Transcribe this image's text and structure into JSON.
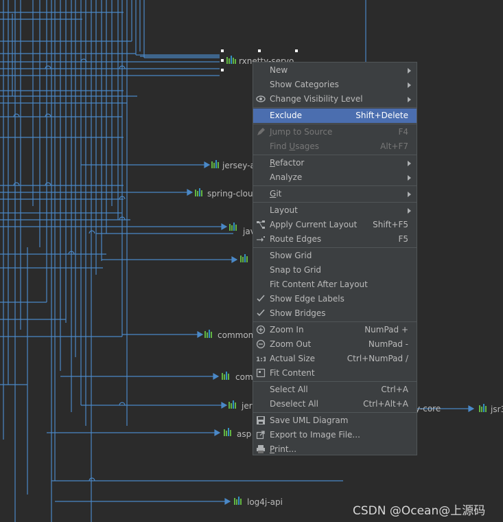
{
  "diagram": {
    "nodes": [
      {
        "id": "rxnetty",
        "label": "rxnetty-servo"
      },
      {
        "id": "jersey-a",
        "label": "jersey-a"
      },
      {
        "id": "spring-clou",
        "label": "spring-clou"
      },
      {
        "id": "jav",
        "label": "jav"
      },
      {
        "id": "common",
        "label": "common"
      },
      {
        "id": "com",
        "label": "com"
      },
      {
        "id": "jer",
        "label": "jer"
      },
      {
        "id": "core",
        "label": "y-core"
      },
      {
        "id": "jsr",
        "label": "jsr3"
      },
      {
        "id": "asp",
        "label": "asp"
      },
      {
        "id": "log4j",
        "label": "log4j-api"
      }
    ]
  },
  "menu": {
    "items": [
      {
        "type": "item",
        "label": "New",
        "submenu": true
      },
      {
        "type": "item",
        "label": "Show Categories",
        "submenu": true
      },
      {
        "type": "item",
        "label": "Change Visibility Level",
        "submenu": true,
        "icon": "eye-icon"
      },
      {
        "type": "sep"
      },
      {
        "type": "item",
        "label": "Exclude",
        "shortcut": "Shift+Delete",
        "selected": true
      },
      {
        "type": "sep"
      },
      {
        "type": "item",
        "label": "Jump to Source",
        "shortcut": "F4",
        "disabled": true,
        "icon": "pencil-icon"
      },
      {
        "type": "item",
        "label": "Find Usages",
        "shortcut": "Alt+F7",
        "disabled": true
      },
      {
        "type": "sep"
      },
      {
        "type": "item",
        "label": "Refactor",
        "submenu": true
      },
      {
        "type": "item",
        "label": "Analyze",
        "submenu": true
      },
      {
        "type": "sep"
      },
      {
        "type": "item",
        "label": "Git",
        "submenu": true
      },
      {
        "type": "sep"
      },
      {
        "type": "item",
        "label": "Layout",
        "submenu": true
      },
      {
        "type": "item",
        "label": "Apply Current Layout",
        "shortcut": "Shift+F5",
        "icon": "layout-icon"
      },
      {
        "type": "item",
        "label": "Route Edges",
        "shortcut": "F5",
        "icon": "route-edges-icon"
      },
      {
        "type": "sep"
      },
      {
        "type": "item",
        "label": "Show Grid"
      },
      {
        "type": "item",
        "label": "Snap to Grid"
      },
      {
        "type": "item",
        "label": "Fit Content After Layout"
      },
      {
        "type": "item",
        "label": "Show Edge Labels",
        "icon": "check-icon"
      },
      {
        "type": "item",
        "label": "Show Bridges",
        "icon": "check-icon"
      },
      {
        "type": "sep"
      },
      {
        "type": "item",
        "label": "Zoom In",
        "shortcut": "NumPad +",
        "icon": "zoom-in-icon"
      },
      {
        "type": "item",
        "label": "Zoom Out",
        "shortcut": "NumPad -",
        "icon": "zoom-out-icon"
      },
      {
        "type": "item",
        "label": "Actual Size",
        "shortcut": "Ctrl+NumPad /",
        "icon": "actual-size-icon"
      },
      {
        "type": "item",
        "label": "Fit Content",
        "icon": "fit-content-icon"
      },
      {
        "type": "sep"
      },
      {
        "type": "item",
        "label": "Select All",
        "shortcut": "Ctrl+A"
      },
      {
        "type": "item",
        "label": "Deselect All",
        "shortcut": "Ctrl+Alt+A"
      },
      {
        "type": "sep"
      },
      {
        "type": "item",
        "label": "Save UML Diagram",
        "icon": "save-icon"
      },
      {
        "type": "item",
        "label": "Export to Image File...",
        "icon": "export-icon"
      },
      {
        "type": "item",
        "label": "Print...",
        "icon": "print-icon"
      }
    ]
  },
  "watermark": "CSDN @Ocean@上源码",
  "colors": {
    "edge": "#4a88c7",
    "background": "#2b2b2b",
    "menu_bg": "#3c3f41",
    "selected": "#4b6eaf"
  }
}
